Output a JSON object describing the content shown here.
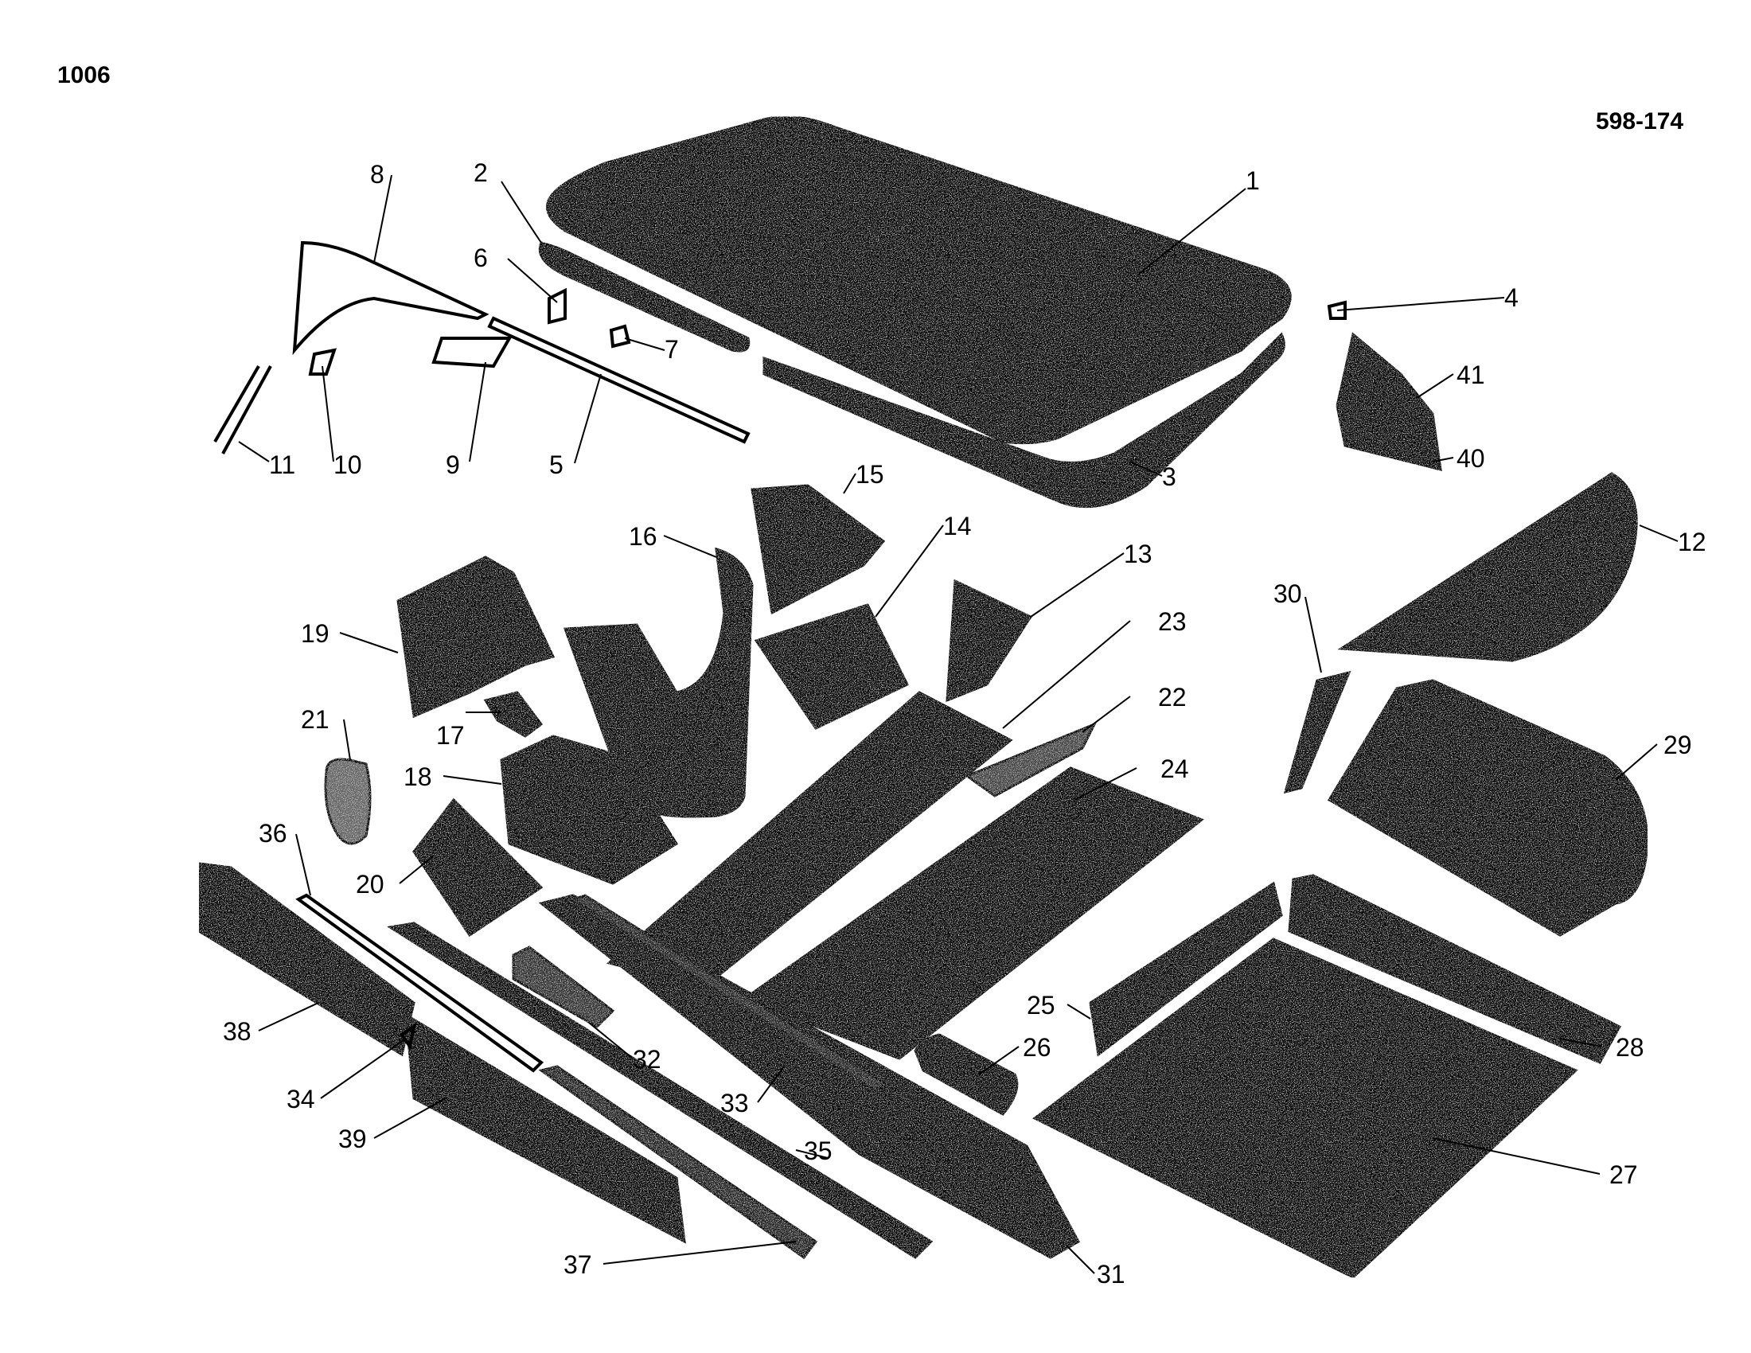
{
  "header": {
    "page_number": "1006",
    "reference_code": "598-174"
  },
  "callouts": [
    "1",
    "2",
    "3",
    "4",
    "5",
    "6",
    "7",
    "8",
    "9",
    "10",
    "11",
    "12",
    "13",
    "14",
    "15",
    "16",
    "17",
    "18",
    "19",
    "20",
    "21",
    "22",
    "23",
    "24",
    "25",
    "26",
    "27",
    "28",
    "29",
    "30",
    "31",
    "32",
    "33",
    "34",
    "35",
    "36",
    "37",
    "38",
    "39",
    "40",
    "41"
  ],
  "colors": {
    "ink": "#000000",
    "paper": "#ffffff",
    "speckle": "#ffffff"
  }
}
